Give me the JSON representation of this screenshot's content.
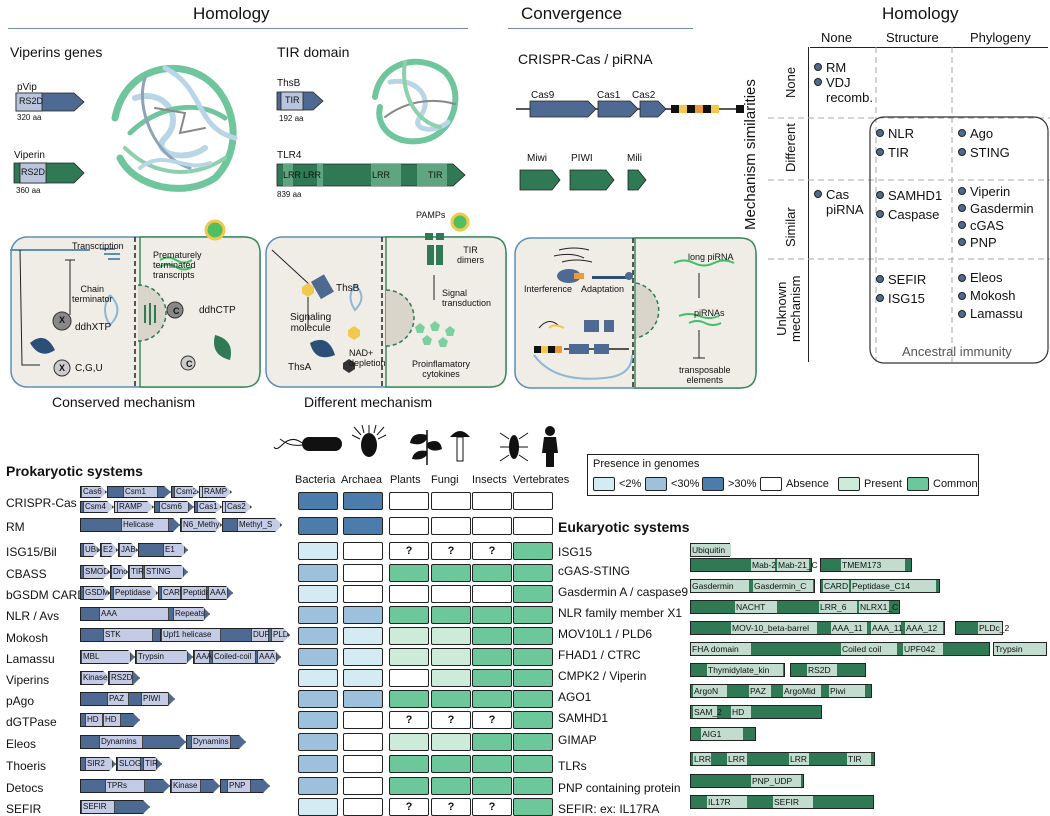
{
  "top": {
    "homology_title": "Homology",
    "convergence_title": "Convergence",
    "viperins_title": "Viperins genes",
    "pvip": "pVip",
    "pvip_domain": "RS2D",
    "pvip_len": "320 aa",
    "viperin": "Viperin",
    "viperin_domain": "RS2D",
    "viperin_len": "360 aa",
    "tir_title": "TIR domain",
    "thsb": "ThsB",
    "thsb_domain": "TIR",
    "thsb_len": "192 aa",
    "tlr4": "TLR4",
    "tlr4_len": "839 aa",
    "tlr4_domains": [
      "LRR",
      "LRR",
      "LRR",
      "TIR"
    ],
    "crispr_title": "CRISPR-Cas / piRNA",
    "cas9": "Cas9",
    "cas1": "Cas1",
    "cas2": "Cas2",
    "miwi": "Miwi",
    "piwi": "PIWI",
    "mili": "Mili",
    "conserved": "Conserved mechanism",
    "different": "Different mechanism",
    "panel1": {
      "transcription": "Transcription",
      "chain_terminator": "Chain\nterminator",
      "ddhxtp": "ddhXTP",
      "cgu": "C,G,U",
      "premature": "Prematurely\nterminated\ntranscripts",
      "ddhctp": "ddhCTP",
      "x": "X",
      "c": "C"
    },
    "panel2": {
      "thsb": "ThsB",
      "signaling": "Signaling\nmolecule",
      "thsa": "ThsA",
      "nad": "NAD+\ndepletion",
      "pamps": "PAMPs",
      "tir_dimers": "TIR\ndimers",
      "signal": "Signal\ntransduction",
      "cytokines": "Proinflamatory\ncytokines"
    },
    "panel3": {
      "interference": "Interference",
      "adaptation": "Adaptation",
      "long_pirna": "long piRNA",
      "pirnas": "piRNAs",
      "transposable": "transposable\nelements"
    }
  },
  "matrix": {
    "title": "Homology",
    "y_title": "Mechanism similarities",
    "cols": [
      "None",
      "Structure",
      "Phylogeny"
    ],
    "rows": [
      "None",
      "Different",
      "Similar",
      "Unknown\nmechanism"
    ],
    "none_none": [
      "RM",
      "VDJ\nrecomb."
    ],
    "diff_struct": [
      "NLR",
      "TIR"
    ],
    "diff_phylo": [
      "Ago",
      "STING"
    ],
    "sim_none": [
      "Cas\npiRNA"
    ],
    "sim_struct": [
      "SAMHD1",
      "Caspase"
    ],
    "sim_phylo": [
      "Viperin",
      "Gasdermin",
      "cGAS",
      "PNP"
    ],
    "unk_struct": [
      "SEFIR",
      "ISG15"
    ],
    "unk_phylo": [
      "Eleos",
      "Mokosh",
      "Lamassu"
    ],
    "ancestral": "Ancestral immunity"
  },
  "bottom": {
    "prok_title": "Prokaryotic systems",
    "euk_title": "Eukaryotic systems",
    "organisms": [
      "Bacteria",
      "Archaea",
      "Plants",
      "Fungi",
      "Insects",
      "Vertebrates"
    ],
    "legend": {
      "title": "Presence in genomes",
      "items": [
        "<2%",
        "<30%",
        ">30%",
        "Absence",
        "Present",
        "Common"
      ]
    },
    "prok_systems": [
      "CRISPR-Cas",
      "RM",
      "ISG15/Bil",
      "CBASS",
      "bGSDM CARD",
      "NLR / Avs",
      "Mokosh",
      "Lamassu",
      "Viperins",
      "pAgo",
      "dGTPase",
      "Eleos",
      "Thoeris",
      "Detocs",
      "SEFIR"
    ],
    "euk_systems": [
      "ISG15",
      "cGAS-STING",
      "Gasdermin A / caspase9",
      "NLR family member X1",
      "MOV10L1 / PLD6",
      "FHAD1 / CTRC",
      "CMPK2 / Viperin",
      "AGO1",
      "SAMHD1",
      "GIMAP",
      "TLRs",
      "PNP containing protein",
      "SEFIR: ex: IL17RA"
    ],
    "presence": [
      [
        "gt30",
        "gt30",
        "none",
        "none",
        "none",
        "none"
      ],
      [
        "gt30",
        "gt30",
        "none",
        "none",
        "none",
        "none"
      ],
      [
        "lt2",
        "none",
        "?",
        "?",
        "?",
        "common"
      ],
      [
        "lt30",
        "none",
        "common",
        "common",
        "common",
        "common"
      ],
      [
        "lt2",
        "none",
        "none",
        "none",
        "none",
        "common"
      ],
      [
        "lt30",
        "lt30",
        "common",
        "common",
        "common",
        "common"
      ],
      [
        "lt30",
        "lt2",
        "present",
        "present",
        "common",
        "common"
      ],
      [
        "lt30",
        "lt2",
        "present",
        "present",
        "common",
        "common"
      ],
      [
        "lt2",
        "lt2",
        "none",
        "present",
        "common",
        "common"
      ],
      [
        "lt30",
        "lt30",
        "common",
        "common",
        "common",
        "common"
      ],
      [
        "lt30",
        "none",
        "?",
        "?",
        "?",
        "common"
      ],
      [
        "lt30",
        "none",
        "present",
        "present",
        "common",
        "common"
      ],
      [
        "lt30",
        "none",
        "common",
        "common",
        "common",
        "common"
      ],
      [
        "lt30",
        "none",
        "common",
        "common",
        "common",
        "common"
      ],
      [
        "lt2",
        "none",
        "?",
        "?",
        "?",
        "common"
      ]
    ],
    "prok_domains": {
      "crispr_r1": [
        "Cas6",
        "Csm1",
        "Csm2",
        "RAMP"
      ],
      "crispr_r2": [
        "Csm4",
        "RAMP",
        "Csm6",
        "Cas1",
        "Cas2"
      ],
      "rm": [
        "Helicase",
        "N6_Methy",
        "Methyl_S"
      ],
      "isg15": [
        "UBL",
        "E2",
        "JAB",
        "E1"
      ],
      "cbass": [
        "SMODS",
        "DncV",
        "TIR",
        "STING"
      ],
      "bgsdm": [
        "GSDM",
        "Peptidase",
        "CARD",
        "Peptidase",
        "AAA"
      ],
      "nlr": [
        "AAA",
        "Repeats"
      ],
      "mokosh": [
        "STK",
        "Upf1 helicase",
        "DUF",
        "PLD"
      ],
      "lamassu": [
        "MBL",
        "Trypsin",
        "AAA",
        "Coiled-coil",
        "AAA"
      ],
      "viperins": [
        "Kinase",
        "RS2D"
      ],
      "pago": [
        "PAZ",
        "PIWI"
      ],
      "dgtpase": [
        "HD",
        "HD"
      ],
      "eleos": [
        "Dynamins",
        "Dynamins"
      ],
      "thoeris": [
        "SIR2",
        "SLOG",
        "TIR"
      ],
      "detocs": [
        "TPRs",
        "Kinase",
        "PNP"
      ],
      "sefir": [
        "SEFIR"
      ]
    },
    "euk_domains": {
      "isg15": [
        "Ubiquitin"
      ],
      "cgas": [
        "Mab-21",
        "Mab-21_C",
        "TMEM173"
      ],
      "gasd": [
        "Gasdermin",
        "Gasdermin_C",
        "CARD",
        "Peptidase_C14"
      ],
      "nlrx1": [
        "NACHT",
        "LRR_6",
        "NLRX1_C"
      ],
      "mov10": [
        "MOV-10_beta-barrel",
        "AAA_11",
        "AAA_11",
        "AAA_12",
        "PLDc_2"
      ],
      "fhad1": [
        "FHA domain",
        "Coiled coil",
        "UPF042",
        "Trypsin"
      ],
      "cmpk2": [
        "Thymidylate_kin",
        "RS2D"
      ],
      "ago1": [
        "ArgoN",
        "PAZ",
        "ArgoMid",
        "Piwi"
      ],
      "samhd1": [
        "SAM_2",
        "HD"
      ],
      "gimap": [
        "AIG1"
      ],
      "tlrs": [
        "LRR",
        "LRR",
        "LRR",
        "TIR"
      ],
      "pnp": [
        "PNP_UDP"
      ],
      "sefir": [
        "IL17R",
        "SEFIR"
      ]
    }
  }
}
